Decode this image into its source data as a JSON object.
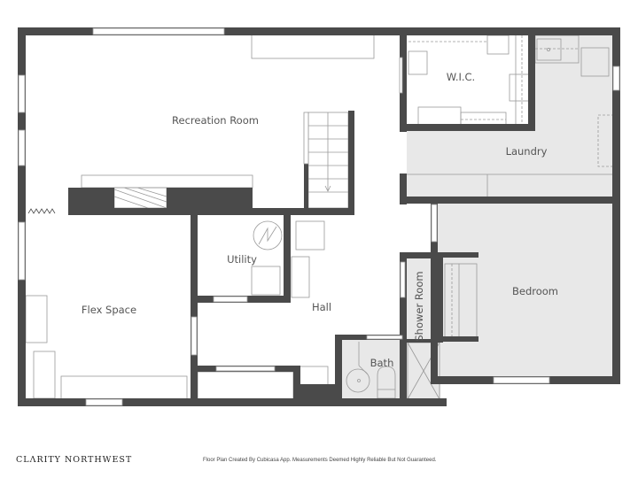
{
  "floorplan": {
    "colors": {
      "wall": "#4a4a4a",
      "shaded_room": "#e8e8e8",
      "fixture_line": "#9a9a9a",
      "label": "#555555",
      "background": "#ffffff"
    },
    "rooms": [
      {
        "id": "recreation-room",
        "label": "Recreation Room"
      },
      {
        "id": "wic",
        "label": "W.I.C."
      },
      {
        "id": "laundry",
        "label": "Laundry"
      },
      {
        "id": "utility",
        "label": "Utility"
      },
      {
        "id": "hall",
        "label": "Hall"
      },
      {
        "id": "flex-space",
        "label": "Flex Space"
      },
      {
        "id": "shower-room",
        "label": "Shower Room"
      },
      {
        "id": "bath",
        "label": "Bath"
      },
      {
        "id": "bedroom",
        "label": "Bedroom"
      }
    ]
  },
  "footer": {
    "brand": "CLΛRITY NORTHWEST",
    "disclaimer": "Floor Plan Created By Cubicasa App. Measurements Deemed Highly Reliable But Not Guaranteed."
  }
}
